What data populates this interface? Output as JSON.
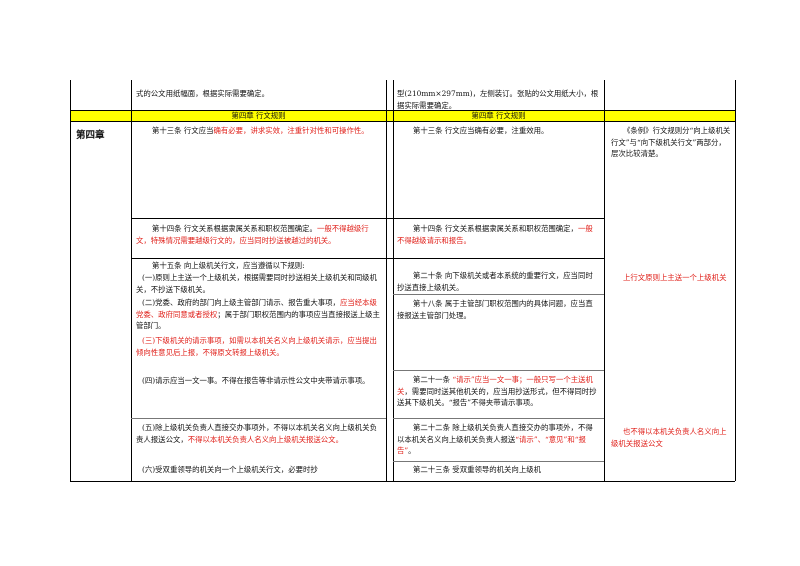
{
  "top_row": {
    "left": "式的公文用纸幅面，根据实际需要确定。",
    "right": "型(210mm×297mm)，左侧装订。张贴的公文用纸大小，根据实际需要确定。"
  },
  "band": {
    "left": "第四章 行文规则",
    "right": "第四章 行文规则"
  },
  "chapter_label": "第四章",
  "rows": {
    "r13": {
      "left_a": "第十三条 行文应当",
      "left_b": "确有必要，讲求实效，注重针对性和可操作性。",
      "right": "第十三条 行文应当确有必要，注重效用。",
      "note": "《条例》行文规则分“向上级机关行文”与“向下级机关行文”两部分，层次比较清楚。"
    },
    "r14": {
      "left_a": "第十四条 行文关系根据隶属关系和职权范围确定。",
      "left_b": "一般不得越级行文，特殊情况需要越级行文的，应当同时抄送被越过的机关。",
      "right_a": "第十四条 行文关系根据隶属关系和职权范围确定，",
      "right_b": "一般不得越级请示和报告。"
    },
    "r15": {
      "head": "第十五条 向上级机关行文，应当遵循以下规则:",
      "item1": "(一)原则上主送一个上级机关，根据需要同时抄送相关上级机关和同级机关，不抄送下级机关。",
      "right20": "第二十条 向下级机关或者本系统的重要行文，应当同时抄送直接上级机关。",
      "note": "上行文原则上主送一个上级机关"
    },
    "r15b": {
      "left_a": "(二)党委、政府的部门向上级主管部门请示、报告重大事项，",
      "left_b": "应当经本级党委、政府同意或者授权",
      "left_c": "；属于部门职权范围内的事项应当直接报送上级主管部门。",
      "right18": "第十八条 属于主管部门职权范围内的具体问题，应当直接报送主管部门处理。"
    },
    "r15c": {
      "left": "(三)下级机关的请示事项，如需以本机关名义向上级机关请示，应当提出倾向性意见后上报，不得原文转报上级机关。"
    },
    "r15d": {
      "left": "(四)请示应当一文一事。不得在报告等非请示性公文中夹带请示事项。",
      "right_a": "第二十一条 ",
      "right_b": "“请示”应当一文一事；一般只写一个主送机关",
      "right_c": "，需要同时送其他机关的，应当用抄送形式，但不得同时抄送其下级机关。“报告”不得夹带请示事项。"
    },
    "r15e": {
      "left_a": "(五)除上级机关负责人直接交办事项外，不得以本机关名义向上级机关负责人报送公文，",
      "left_b": "不得以本机关负责人名义向上级机关报送公文。",
      "right_a": "第二十二条 除上级机关负责人直接交办的事项外，不得以本机关名义向上级机关负责人报送",
      "right_b": "“请示”、“意见”和“报告”",
      "right_c": "。",
      "note": "也不得以本机关负责人名义向上级机关报送公文"
    },
    "r15f": {
      "left": "(六)受双重领导的机关向一个上级机关行文，必要时抄",
      "right": "第二十三条 受双重领导的机关向上级机"
    }
  }
}
